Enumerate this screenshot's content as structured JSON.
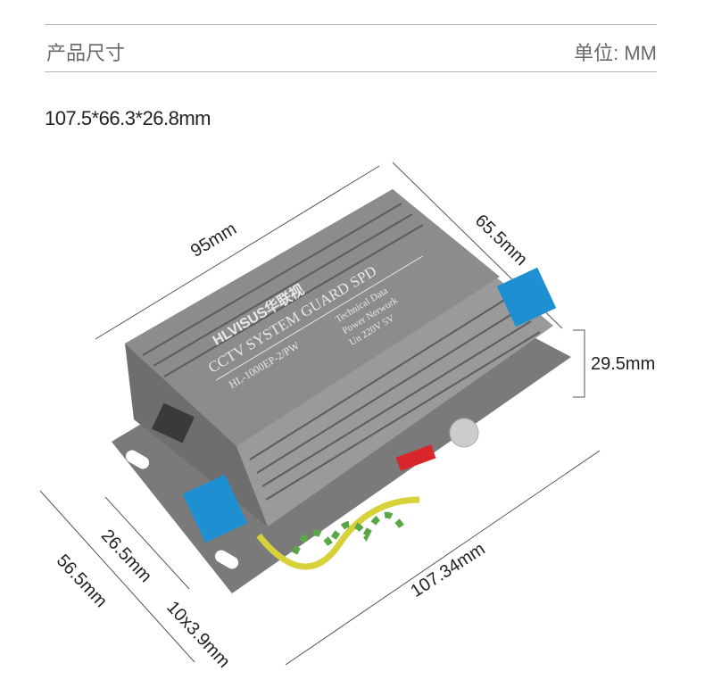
{
  "header": {
    "title": "产品尺寸",
    "unit_label": "单位: MM"
  },
  "overall_dimensions": "107.5*66.3*26.8mm",
  "dimension_labels": {
    "length_top": "95mm",
    "width": "65.5mm",
    "height": "29.5mm",
    "length_total": "107.34mm",
    "mount_width": "56.5mm",
    "mount_inner": "26.5mm",
    "mount_hole": "10x3.9mm"
  },
  "device_label": {
    "brand": "HLVISUS华联视",
    "title": "CCTV SYSTEM GUARD SPD",
    "model": "HL-1000EP-2/PW",
    "tech_header": "Technical Data",
    "row1": "Power  Nerwork",
    "row2": "Un  220V  5V"
  },
  "colors": {
    "body": "#8a8a8a",
    "terminal": "#1e8fd0",
    "wire_yellow": "#d8d23a",
    "wire_green": "#5aa845",
    "lug_red": "#d8262a"
  }
}
